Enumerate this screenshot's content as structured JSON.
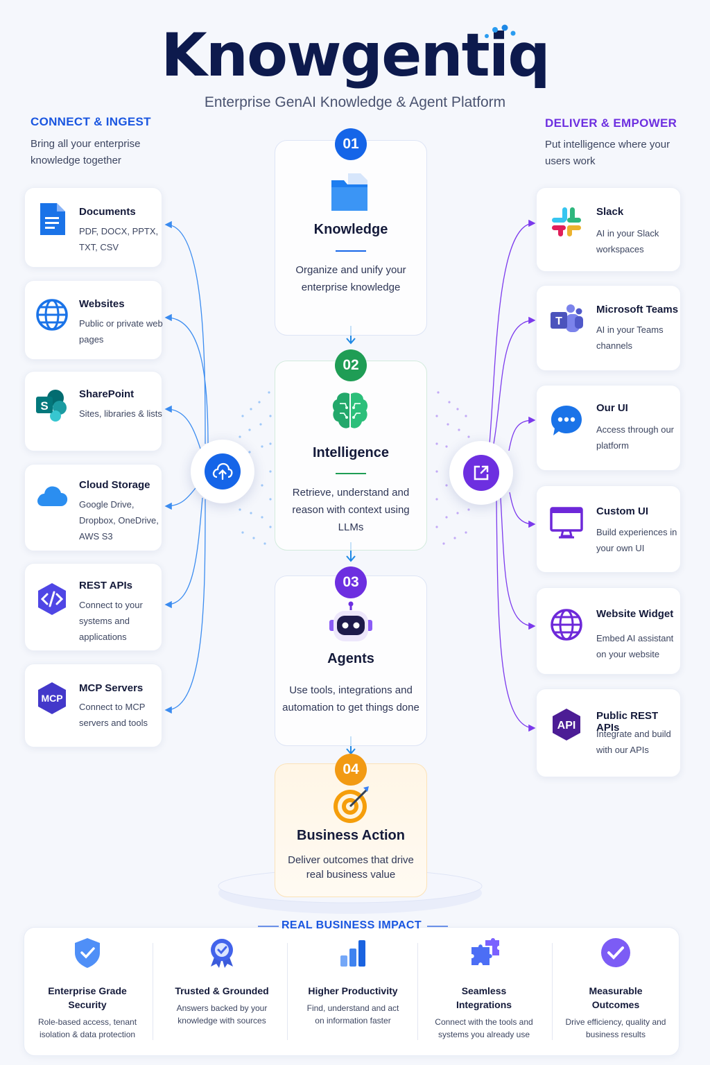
{
  "header": {
    "brand": "Knowgentiq",
    "tagline": "Enterprise GenAI Knowledge & Agent Platform"
  },
  "left": {
    "heading": "CONNECT & INGEST",
    "subtitle": "Bring all your enterprise knowledge together",
    "sources": [
      {
        "title": "Documents",
        "desc": "PDF, DOCX, PPTX, TXT, CSV",
        "icon": "document-icon"
      },
      {
        "title": "Websites",
        "desc": "Public or private web pages",
        "icon": "globe-icon"
      },
      {
        "title": "SharePoint",
        "desc": "Sites, libraries & lists",
        "icon": "sharepoint-icon"
      },
      {
        "title": "Cloud Storage",
        "desc": "Google Drive, Dropbox, OneDrive, AWS S3",
        "icon": "cloud-icon"
      },
      {
        "title": "REST APIs",
        "desc": "Connect to your systems and applications",
        "icon": "code-icon"
      },
      {
        "title": "MCP Servers",
        "desc": "Connect to MCP servers and tools",
        "icon": "mcp-icon",
        "badge": "MCP"
      }
    ]
  },
  "right": {
    "heading": "DELIVER & EMPOWER",
    "subtitle": "Put intelligence where your users work",
    "channels": [
      {
        "title": "Slack",
        "desc": "AI in your Slack workspaces",
        "icon": "slack-icon"
      },
      {
        "title": "Microsoft Teams",
        "desc": "AI in your Teams channels",
        "icon": "teams-icon",
        "badge": "T"
      },
      {
        "title": "Our UI",
        "desc": "Access through our platform",
        "icon": "chat-bubble-icon"
      },
      {
        "title": "Custom UI",
        "desc": "Build experiences in your own UI",
        "icon": "monitor-icon"
      },
      {
        "title": "Website Widget",
        "desc": "Embed AI assistant on your website",
        "icon": "globe-icon"
      },
      {
        "title": "Public REST APIs",
        "desc": "Integrate and build with our APIs",
        "icon": "api-icon",
        "badge": "API"
      }
    ]
  },
  "steps": [
    {
      "number": "01",
      "title": "Knowledge",
      "desc": "Organize and unify your enterprise knowledge",
      "icon": "folder-icon",
      "color": "#1565e8"
    },
    {
      "number": "02",
      "title": "Intelligence",
      "desc": "Retrieve, understand and reason with context using LLMs",
      "icon": "brain-icon",
      "color": "#1f9d55"
    },
    {
      "number": "03",
      "title": "Agents",
      "desc": "Use tools, integrations and automation to get things done",
      "icon": "robot-icon",
      "color": "#6d2fe0"
    },
    {
      "number": "04",
      "title": "Business Action",
      "desc": "Deliver outcomes that drive real business value",
      "icon": "target-icon",
      "color": "#f29a13"
    }
  ],
  "hubs": {
    "ingest": {
      "icon": "cloud-upload-icon",
      "color": "#1565e8"
    },
    "deliver": {
      "icon": "external-link-icon",
      "color": "#6d2fe0"
    }
  },
  "impact": {
    "heading": "REAL BUSINESS IMPACT",
    "items": [
      {
        "title": "Enterprise Grade Security",
        "desc": "Role-based access, tenant isolation & data protection",
        "icon": "shield-icon"
      },
      {
        "title": "Trusted & Grounded",
        "desc": "Answers backed by your knowledge with sources",
        "icon": "award-icon"
      },
      {
        "title": "Higher Productivity",
        "desc": "Find, understand and act on information faster",
        "icon": "bar-chart-icon"
      },
      {
        "title": "Seamless Integrations",
        "desc": "Connect with the tools and systems you already use",
        "icon": "puzzle-icon"
      },
      {
        "title": "Measurable Outcomes",
        "desc": "Drive efficiency, quality and business results",
        "icon": "check-circle-icon"
      }
    ]
  }
}
